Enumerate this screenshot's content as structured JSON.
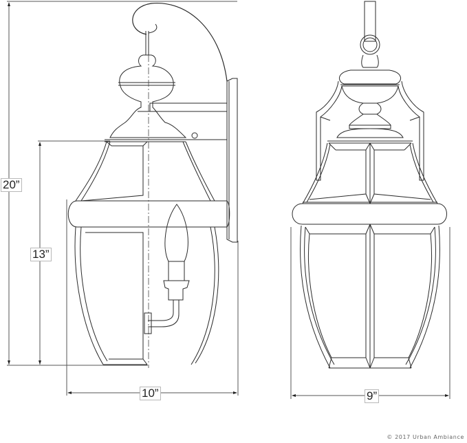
{
  "figure": {
    "title": "Outdoor wall lantern dimension drawing",
    "views": [
      {
        "name": "side-view",
        "description": "Side elevation with wall bracket, hook arm and candelabra bulb"
      },
      {
        "name": "front-view",
        "description": "Front elevation of lantern"
      }
    ]
  },
  "dimensions": {
    "overall_height": {
      "label": "20”",
      "value_in": 20
    },
    "lantern_height": {
      "label": "13”",
      "value_in": 13
    },
    "side_depth": {
      "label": "10”",
      "value_in": 10
    },
    "front_width": {
      "label": "9”",
      "value_in": 9
    }
  },
  "footer": {
    "copyright": "© 2017 Urban Ambiance"
  },
  "colors": {
    "line": "#2a2a2a",
    "dimension_line": "#555555",
    "background": "#ffffff"
  }
}
